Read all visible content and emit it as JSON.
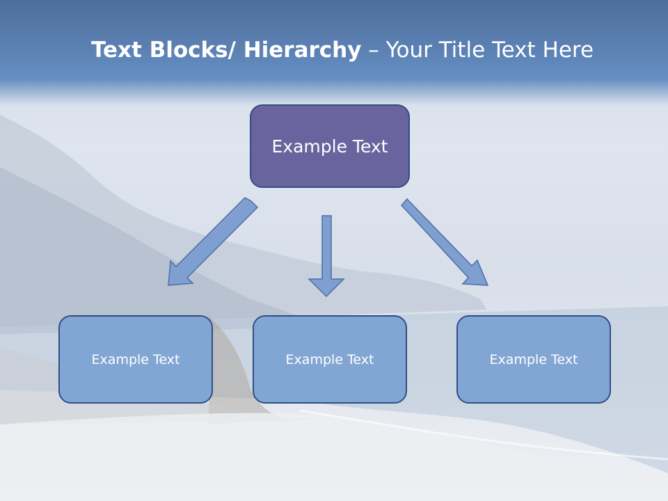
{
  "slide": {
    "title_bold": "Text Blocks/ Hierarchy",
    "title_separator": " – ",
    "title_regular": "Your Title Text Here"
  },
  "hierarchy": {
    "root": {
      "label": "Example Text"
    },
    "children": [
      {
        "label": "Example Text"
      },
      {
        "label": "Example Text"
      },
      {
        "label": "Example Text"
      }
    ]
  },
  "colors": {
    "title_bar": "#5b80b2",
    "root_fill": "#69649e",
    "child_fill": "#82a6d3",
    "box_border": "#2f4e86",
    "arrow_fill": "#7f9fd0",
    "arrow_stroke": "#4e6ea6"
  }
}
